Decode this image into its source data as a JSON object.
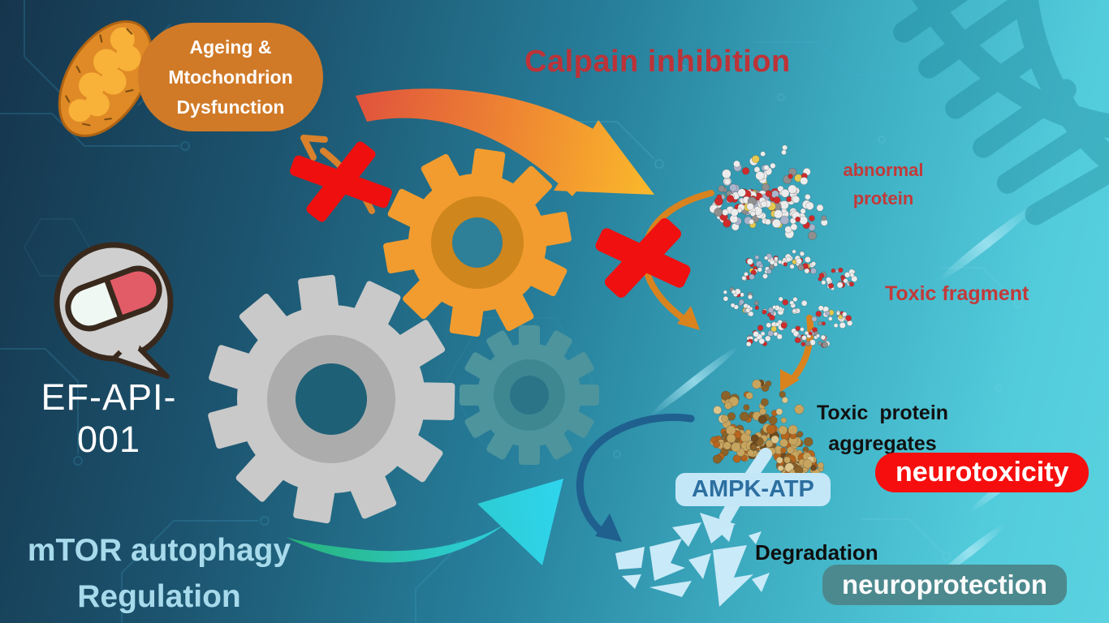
{
  "title": "EF-API-001 neuroprotection mechanism diagram",
  "labels": {
    "ageing_bubble_lines": [
      "Ageing &",
      "Mtochondrion",
      "Dysfunction"
    ],
    "calpain_title": "Calpain inhibition",
    "abnormal_protein_lines": [
      "abnormal",
      "protein"
    ],
    "toxic_fragment": "Toxic fragment",
    "toxic_aggregates_lines": [
      "Toxic protein",
      "aggregates"
    ],
    "neurotoxicity_badge": "neurotoxicity",
    "ampk_badge": "AMPK-ATP",
    "degradation": "Degradation",
    "neuroprotection_badge": "neuroprotection",
    "mtor_lines": [
      "mTOR autophagy",
      "Regulation"
    ],
    "drug_name": "EF-API-001"
  },
  "palette": {
    "background_dark": "#15354C",
    "background_bright": "#5AD2E0",
    "bubble_orange": "#D07A28",
    "gear_orange": "#F29C2F",
    "gear_gray": "#C9C9C9",
    "gear_teal": "#4D949D",
    "red_cross": "#F01010",
    "red_heading": "#BC3338",
    "badge_red": "#F60E0E",
    "badge_lightblue_bg": "#C4E7F8",
    "badge_lightblue_text": "#2C6FA0",
    "badge_teal": "#4C898E",
    "mtor_text": "#A7DAEB",
    "arrow_orange_start": "#E0523D",
    "arrow_orange_end": "#FBBB2B",
    "arrow_cyan_start": "#28B275",
    "arrow_cyan_end": "#2FD5EE",
    "arrow_darkblue": "#1F608F",
    "fragment_lightblue": "#C9EAF8",
    "pill_red": "#E25C68",
    "pill_white": "#EFF8F3"
  },
  "icons": {
    "mitochondrion": "mitochondrion-icon",
    "speech_bubble_pill": "pill-speech-bubble-icon",
    "gear": "gear-icon",
    "red_cross": "red-cross-icon",
    "dna_helix": "dna-helix-icon",
    "protein_molecule": "protein-molecule-icon",
    "curved_arrow": "curved-arrow-icon"
  }
}
